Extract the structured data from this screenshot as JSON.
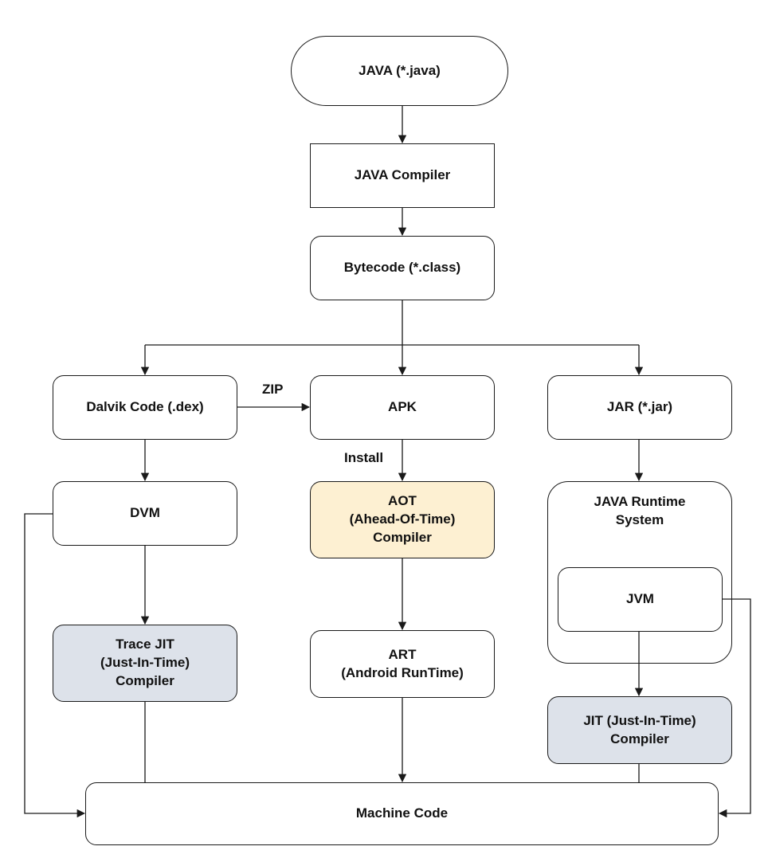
{
  "nodes": {
    "java_source": "JAVA (*.java)",
    "java_compiler": "JAVA Compiler",
    "bytecode": "Bytecode (*.class)",
    "dalvik_code": "Dalvik Code (.dex)",
    "apk": "APK",
    "jar": "JAR (*.jar)",
    "dvm": "DVM",
    "aot": "AOT\n(Ahead-Of-Time)\nCompiler",
    "java_runtime_system": "JAVA Runtime\nSystem",
    "jvm": "JVM",
    "trace_jit": "Trace JIT\n(Just-In-Time)\nCompiler",
    "art": "ART\n(Android RunTime)",
    "jit": "JIT (Just-In-Time)\nCompiler",
    "machine_code": "Machine Code"
  },
  "edge_labels": {
    "zip": "ZIP",
    "install": "Install"
  },
  "colors": {
    "aot_fill": "#fdf0d2",
    "jit_fill": "#dde2ea",
    "stroke": "#1a1a1a"
  }
}
